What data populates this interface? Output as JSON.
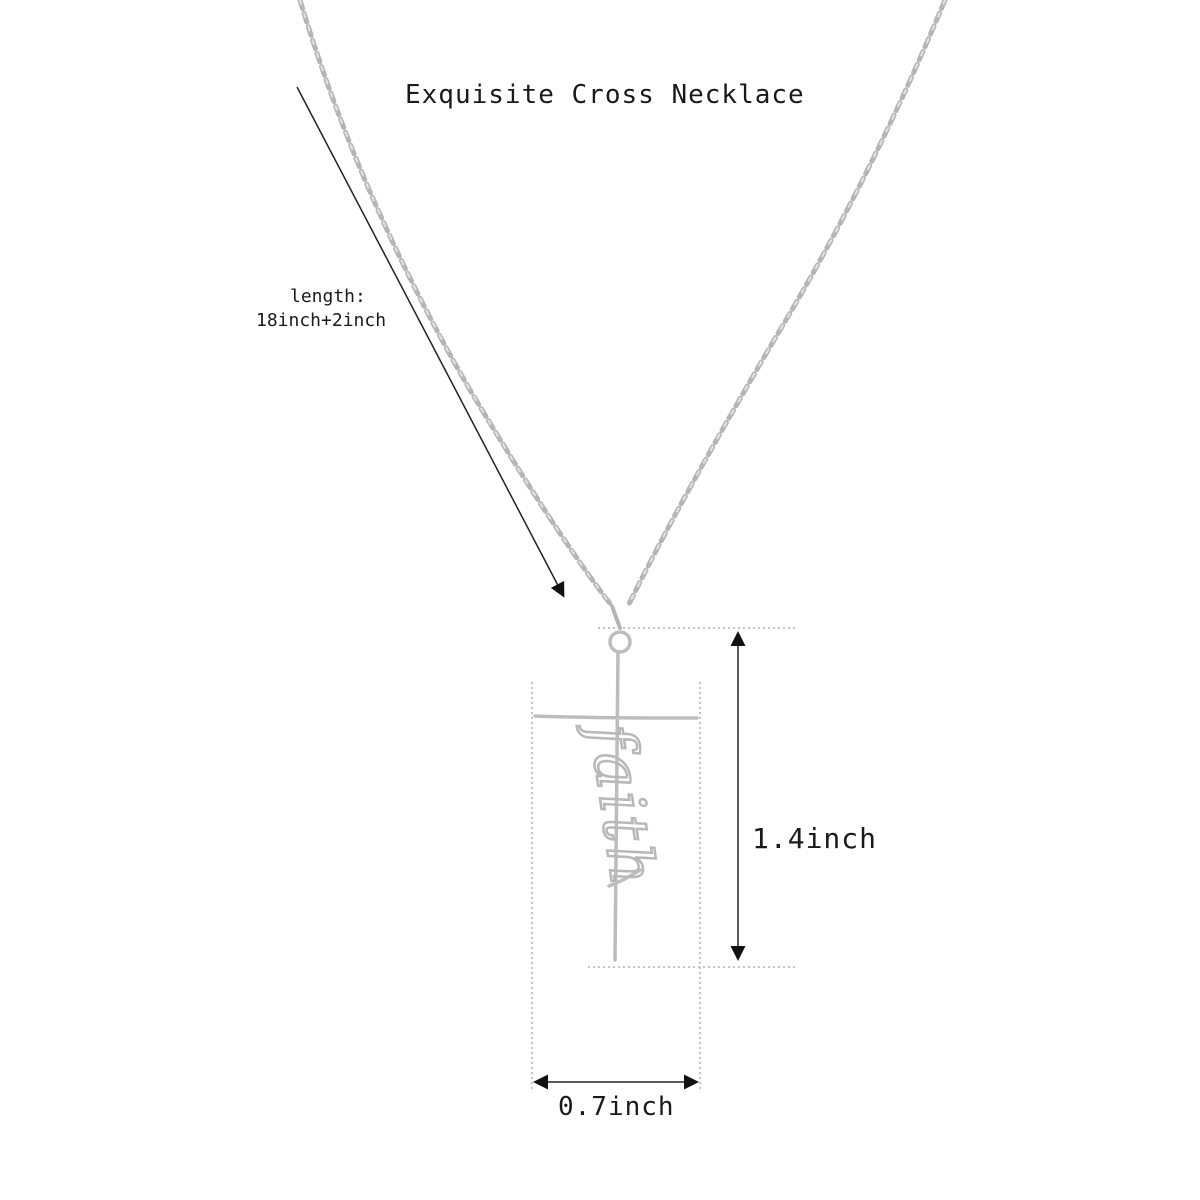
{
  "title": "Exquisite Cross Necklace",
  "length_label": "length:",
  "length_value": "18inch+2inch",
  "height_label": "1.4inch",
  "width_label": "0.7inch",
  "pendant_text": "faith",
  "colors": {
    "chain": "#b8b8b8",
    "pendant": "#c9c9c9",
    "line": "#222222",
    "guide": "#aaaaaa"
  }
}
